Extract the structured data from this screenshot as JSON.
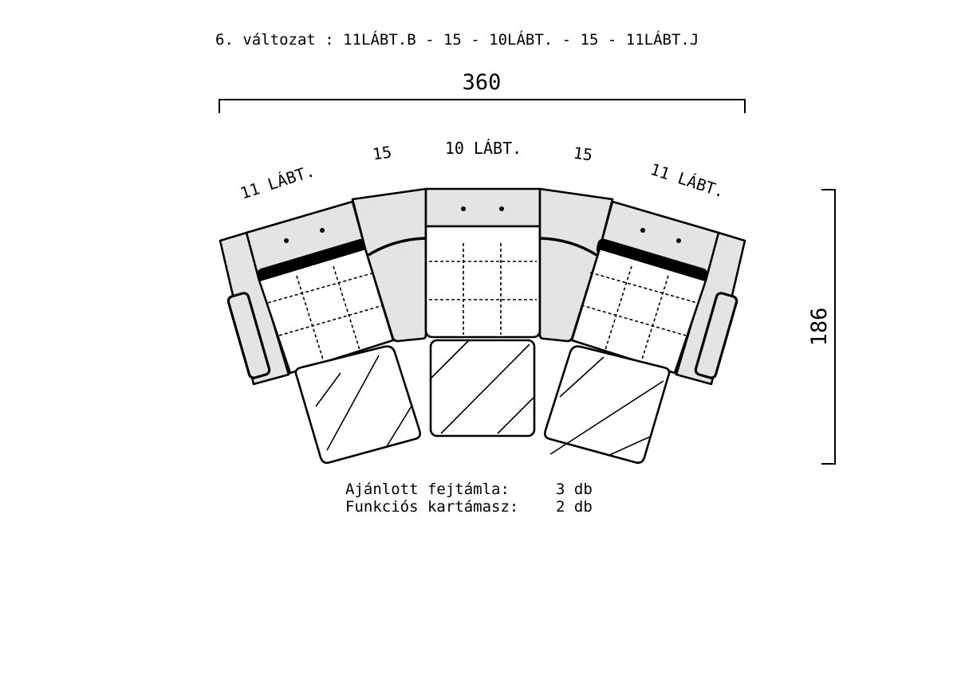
{
  "header": {
    "variant": "6. változat :  11LÁBT.B - 15 - 10LÁBT. - 15 - 11LÁBT.J"
  },
  "dimensions": {
    "width": "360",
    "depth": "186"
  },
  "modules": {
    "left": "11 LÁBT.",
    "corner_left": "15",
    "middle": "10 LÁBT.",
    "corner_right": "15",
    "right": "11 LÁBT."
  },
  "notes": [
    {
      "label": "Ajánlott fejtámla:",
      "value": "3 db"
    },
    {
      "label": "Funkciós kartámasz:",
      "value": "2 db"
    }
  ]
}
